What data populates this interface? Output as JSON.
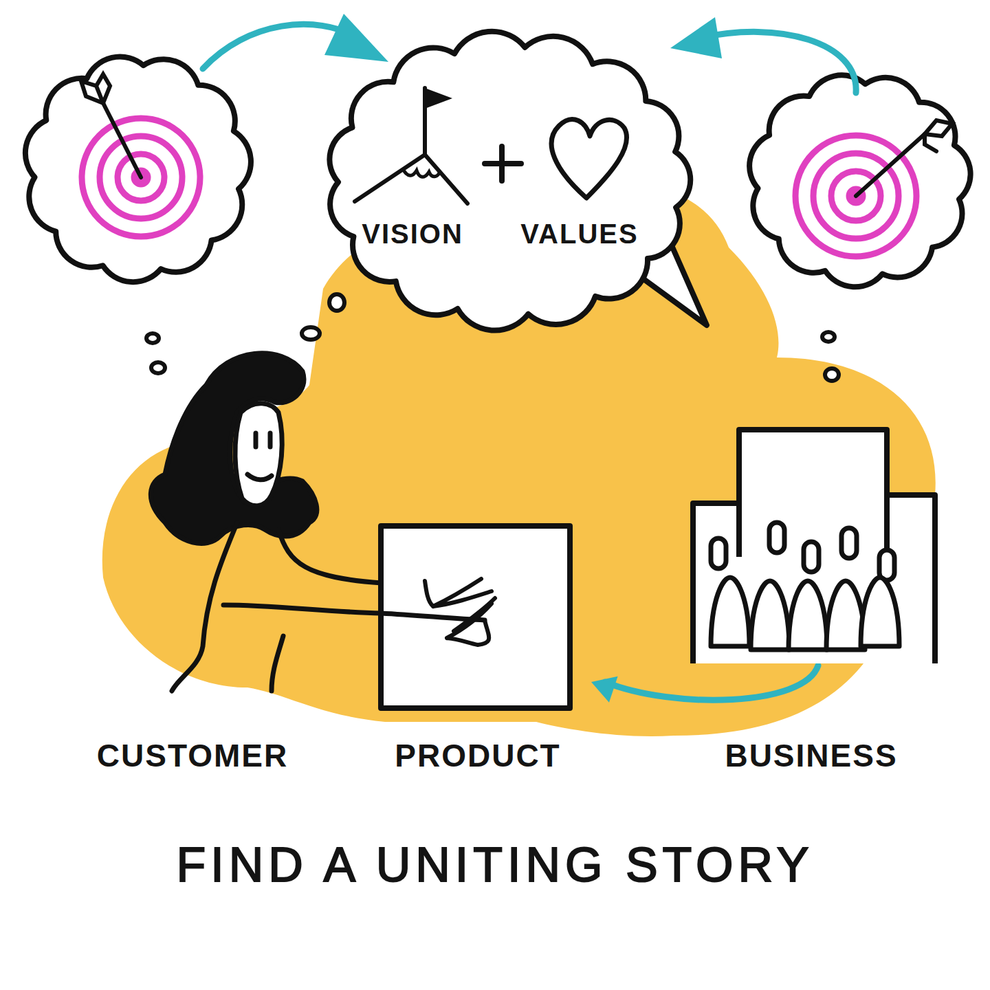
{
  "diagram": {
    "title": "FIND A UNITING STORY",
    "nodes": [
      {
        "text": [
          "VISION",
          "VALUES"
        ]
      },
      {
        "text": [
          "PRODUCT"
        ]
      },
      {
        "text": [
          "BUSINESS"
        ]
      }
    ],
    "edges": [
      {
        "from": 2,
        "to": 1,
        "arrow": "to"
      }
    ],
    "labels": [
      "CUSTOMER"
    ]
  }
}
